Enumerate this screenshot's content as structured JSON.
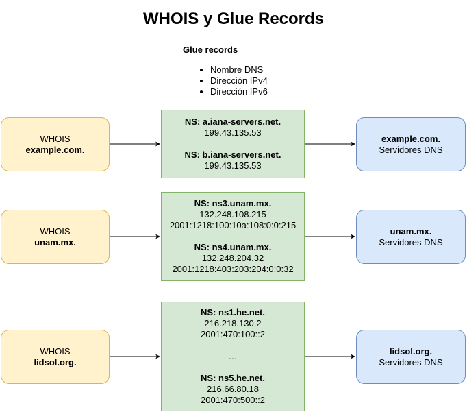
{
  "title": "WHOIS y Glue Records",
  "glue": {
    "heading": "Glue records",
    "items": [
      "Nombre DNS",
      "Dirección IPv4",
      "Dirección IPv6"
    ]
  },
  "rows": [
    {
      "whois_label": "WHOIS",
      "domain": "example.com.",
      "dns_domain": "example.com.",
      "dns_label": "Servidores DNS",
      "ns1": {
        "name": "NS: a.iana-servers.net.",
        "ipv4": "199.43.135.53"
      },
      "ns2": {
        "name": "NS: b.iana-servers.net.",
        "ipv4": "199.43.135.53"
      }
    },
    {
      "whois_label": "WHOIS",
      "domain": "unam.mx.",
      "dns_domain": "unam.mx.",
      "dns_label": "Servidores DNS",
      "ns1": {
        "name": "NS: ns3.unam.mx.",
        "ipv4": "132.248.108.215",
        "ipv6": "2001:1218:100:10a:108:0:0:215"
      },
      "ns2": {
        "name": "NS: ns4.unam.mx.",
        "ipv4": "132.248.204.32",
        "ipv6": "2001:1218:403:203:204:0:0:32"
      }
    },
    {
      "whois_label": "WHOIS",
      "domain": "lidsol.org.",
      "dns_domain": "lidsol.org.",
      "dns_label": "Servidores DNS",
      "ns1": {
        "name": "NS: ns1.he.net.",
        "ipv4": "216.218.130.2",
        "ipv6": "2001:470:100::2"
      },
      "ellipsis": "…",
      "ns2": {
        "name": "NS: ns5.he.net.",
        "ipv4": "216.66.80.18",
        "ipv6": "2001:470:500::2"
      }
    }
  ]
}
